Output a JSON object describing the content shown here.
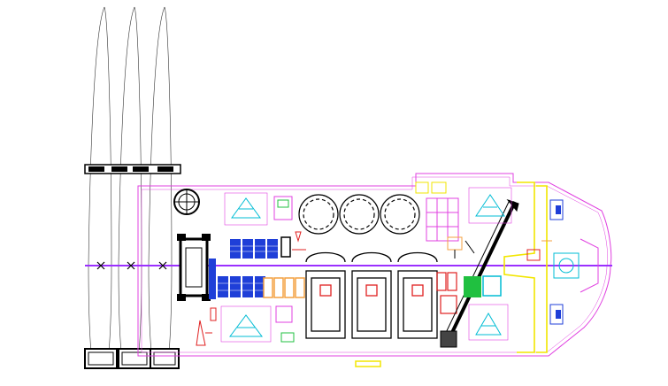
{
  "drawing": {
    "description_kind": "cad-ship-deck-plan",
    "colors": {
      "hull": "#e040e0",
      "centerline": "#9b30ff",
      "cad_cyan": "#00bcd4",
      "cad_blue": "#1f3fd8",
      "cad_orange": "#f4a040",
      "cad_red": "#e02020",
      "cad_yellow": "#f2e600",
      "cad_green": "#20c040",
      "linework": "#000000"
    },
    "blocks": {
      "reels": [
        "reel-1",
        "reel-2",
        "reel-3"
      ],
      "carousels": [
        "carousel-1",
        "carousel-2",
        "carousel-3"
      ],
      "tensioners": [
        "tensioner-1",
        "tensioner-2",
        "tensioner-3"
      ],
      "blue_containers": 14,
      "orange_containers": 4
    }
  }
}
